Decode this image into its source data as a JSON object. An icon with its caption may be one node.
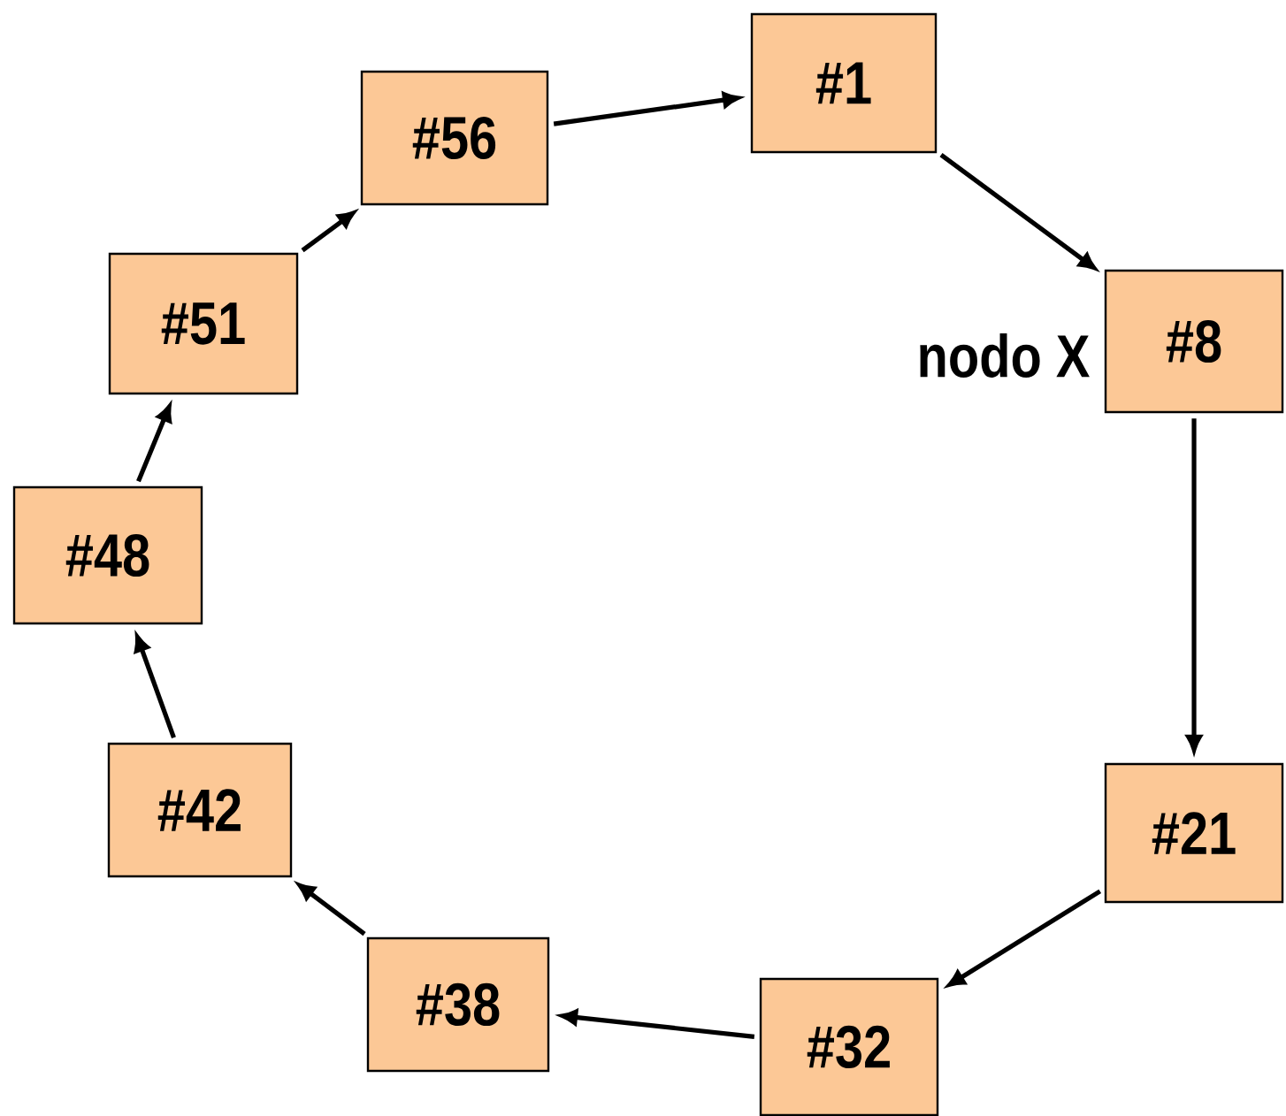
{
  "diagram": {
    "nodes": [
      {
        "text": [
          "#1"
        ]
      },
      {
        "text": [
          "#8"
        ],
        "beside": [
          "nodo X"
        ]
      },
      {
        "text": [
          "#21"
        ]
      },
      {
        "text": [
          "#32"
        ]
      },
      {
        "text": [
          "#38"
        ]
      },
      {
        "text": [
          "#42"
        ]
      },
      {
        "text": [
          "#48"
        ]
      },
      {
        "text": [
          "#51"
        ]
      },
      {
        "text": [
          "#56"
        ]
      }
    ],
    "edges": [
      {
        "from": 8,
        "to": 0,
        "arrow": "to"
      },
      {
        "from": 0,
        "to": 1,
        "arrow": "to"
      },
      {
        "from": 1,
        "to": 2,
        "arrow": "to"
      },
      {
        "from": 2,
        "to": 3,
        "arrow": "to"
      },
      {
        "from": 3,
        "to": 4,
        "arrow": "to"
      },
      {
        "from": 4,
        "to": 5,
        "arrow": "to"
      },
      {
        "from": 5,
        "to": 6,
        "arrow": "to"
      },
      {
        "from": 6,
        "to": 7,
        "arrow": "to"
      },
      {
        "from": 7,
        "to": 8,
        "arrow": "to"
      }
    ]
  }
}
